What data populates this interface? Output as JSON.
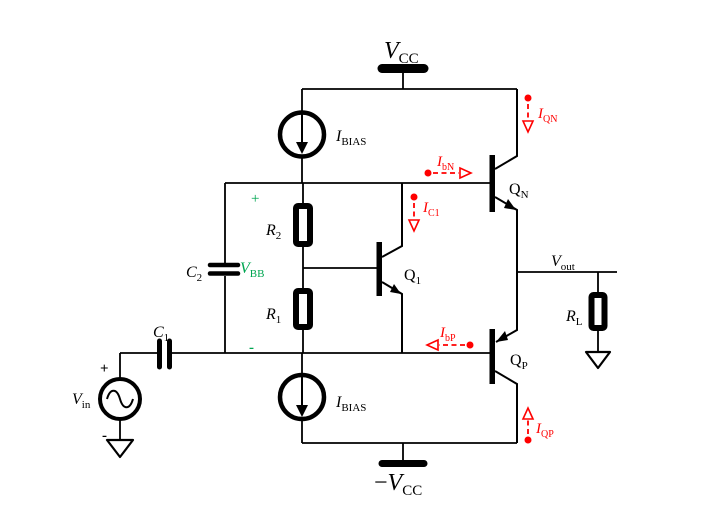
{
  "figure": {
    "type": "circuit-schematic",
    "description": "Class-AB push-pull output stage with VBB multiplier bias, two IBIAS current sources, complementary transistors QN and QP, AC-coupled input and load"
  },
  "colors": {
    "wire": "#000000",
    "current_annotation": "#ff0000",
    "bias_annotation": "#00a651",
    "background": "#ffffff"
  },
  "labels": {
    "vcc": {
      "main": "V",
      "sub": "CC"
    },
    "neg_vcc": {
      "prefix": "−",
      "main": "V",
      "sub": "CC"
    },
    "ibias_top": {
      "main": "I",
      "sub": "BIAS"
    },
    "ibias_bottom": {
      "main": "I",
      "sub": "BIAS"
    },
    "r2": {
      "main": "R",
      "sub": "2"
    },
    "r1": {
      "main": "R",
      "sub": "1"
    },
    "rl": {
      "main": "R",
      "sub": "L"
    },
    "c2": {
      "main": "C",
      "sub": "2"
    },
    "c1": {
      "main": "C",
      "sub": "1"
    },
    "q1": {
      "main": "Q",
      "sub": "1"
    },
    "qn": {
      "main": "Q",
      "sub": "N"
    },
    "qp": {
      "main": "Q",
      "sub": "P"
    },
    "vin": {
      "main": "V",
      "sub": "in"
    },
    "vout": {
      "main": "V",
      "sub": "out"
    },
    "vbb": {
      "main": "V",
      "sub": "BB",
      "plus": "+",
      "minus": "-"
    },
    "vin_polarity": {
      "plus": "+",
      "minus": "-"
    }
  },
  "currents": {
    "iqn": {
      "main": "I",
      "sub": "QN",
      "direction": "down"
    },
    "ibn": {
      "main": "I",
      "sub": "bN",
      "direction": "right"
    },
    "ic1": {
      "main": "I",
      "sub": "C1",
      "direction": "down"
    },
    "ibp": {
      "main": "I",
      "sub": "bP",
      "direction": "left"
    },
    "iqp": {
      "main": "I",
      "sub": "QP",
      "direction": "up"
    }
  }
}
